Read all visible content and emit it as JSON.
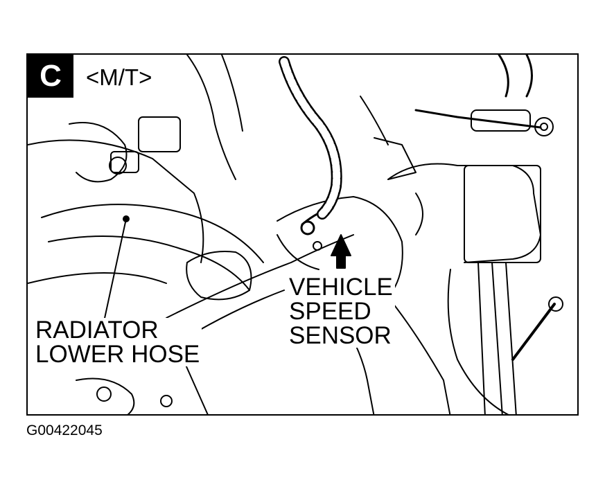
{
  "figure": {
    "panel_letter": "C",
    "variant": "<M/T>",
    "callouts": {
      "vehicle_speed_sensor": [
        "VEHICLE",
        "SPEED",
        "SENSOR"
      ],
      "radiator_lower_hose": [
        "RADIATOR",
        "LOWER HOSE"
      ]
    },
    "figure_id": "G00422045",
    "colors": {
      "ink": "#000000",
      "paper": "#ffffff"
    }
  }
}
